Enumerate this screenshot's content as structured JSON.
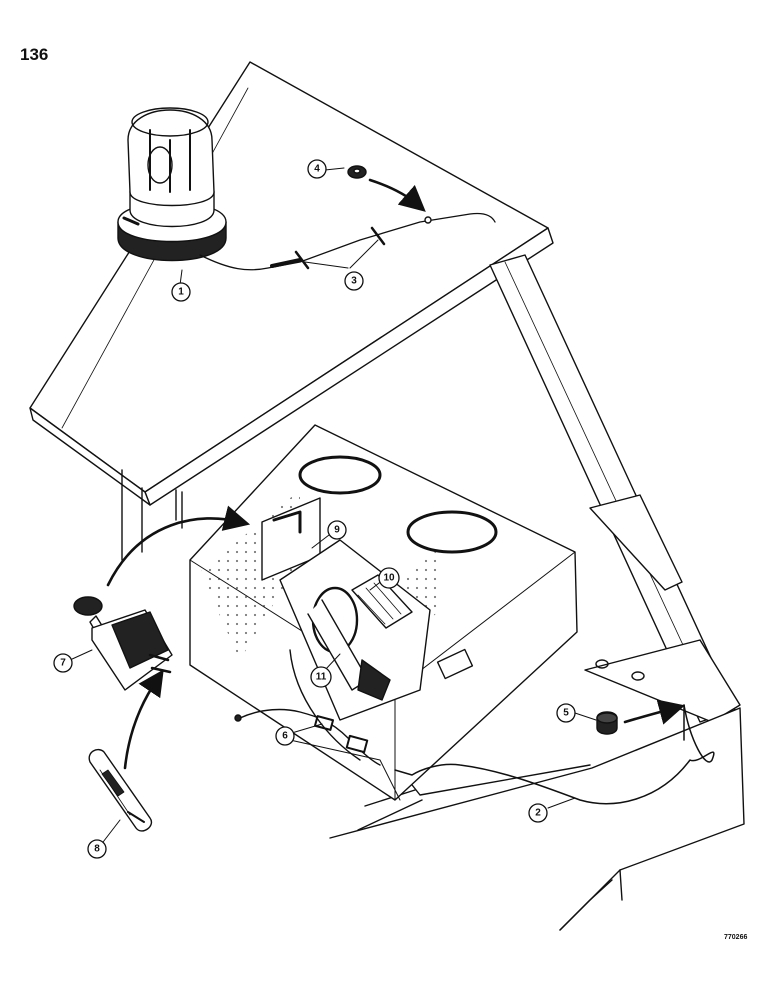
{
  "page": {
    "number": "136",
    "figure_code": "770266"
  },
  "callouts": [
    {
      "id": "c1",
      "label": "1"
    },
    {
      "id": "c2",
      "label": "2"
    },
    {
      "id": "c3",
      "label": "3"
    },
    {
      "id": "c4",
      "label": "4"
    },
    {
      "id": "c5",
      "label": "5"
    },
    {
      "id": "c6",
      "label": "6"
    },
    {
      "id": "c7",
      "label": "7"
    },
    {
      "id": "c8",
      "label": "8"
    },
    {
      "id": "c9",
      "label": "9"
    },
    {
      "id": "c10",
      "label": "10"
    },
    {
      "id": "c11",
      "label": "11"
    }
  ]
}
